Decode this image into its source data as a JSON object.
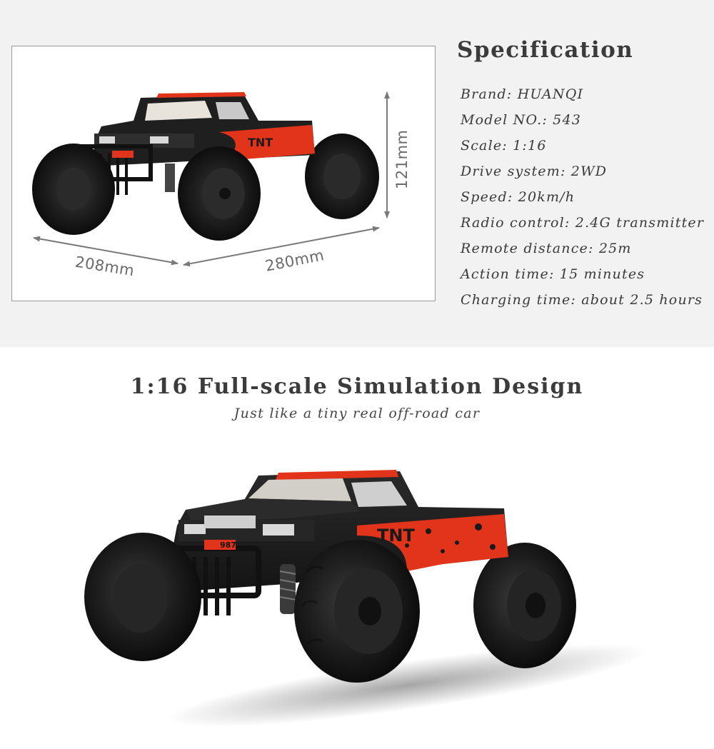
{
  "specification": {
    "title": "Specification",
    "items": [
      "Brand: HUANQI",
      "Model NO.: 543",
      "Scale: 1:16",
      "Drive system: 2WD",
      "Speed: 20km/h",
      "Radio control: 2.4G transmitter",
      "Remote distance: 25m",
      "Action time: 15 minutes",
      "Charging time: about 2.5 hours"
    ]
  },
  "dimensions": {
    "height": "121mm",
    "width": "208mm",
    "length": "280mm"
  },
  "design": {
    "title": "1:16 Full-scale Simulation Design",
    "subtitle": "Just like a tiny real off-road car"
  },
  "car": {
    "decal_text": "TNT",
    "plate_text": "987"
  },
  "colors": {
    "body": "#1c1c1c",
    "accent": "#e2341b",
    "tire": "#1a1a1a",
    "background": "#f2f2f2"
  }
}
